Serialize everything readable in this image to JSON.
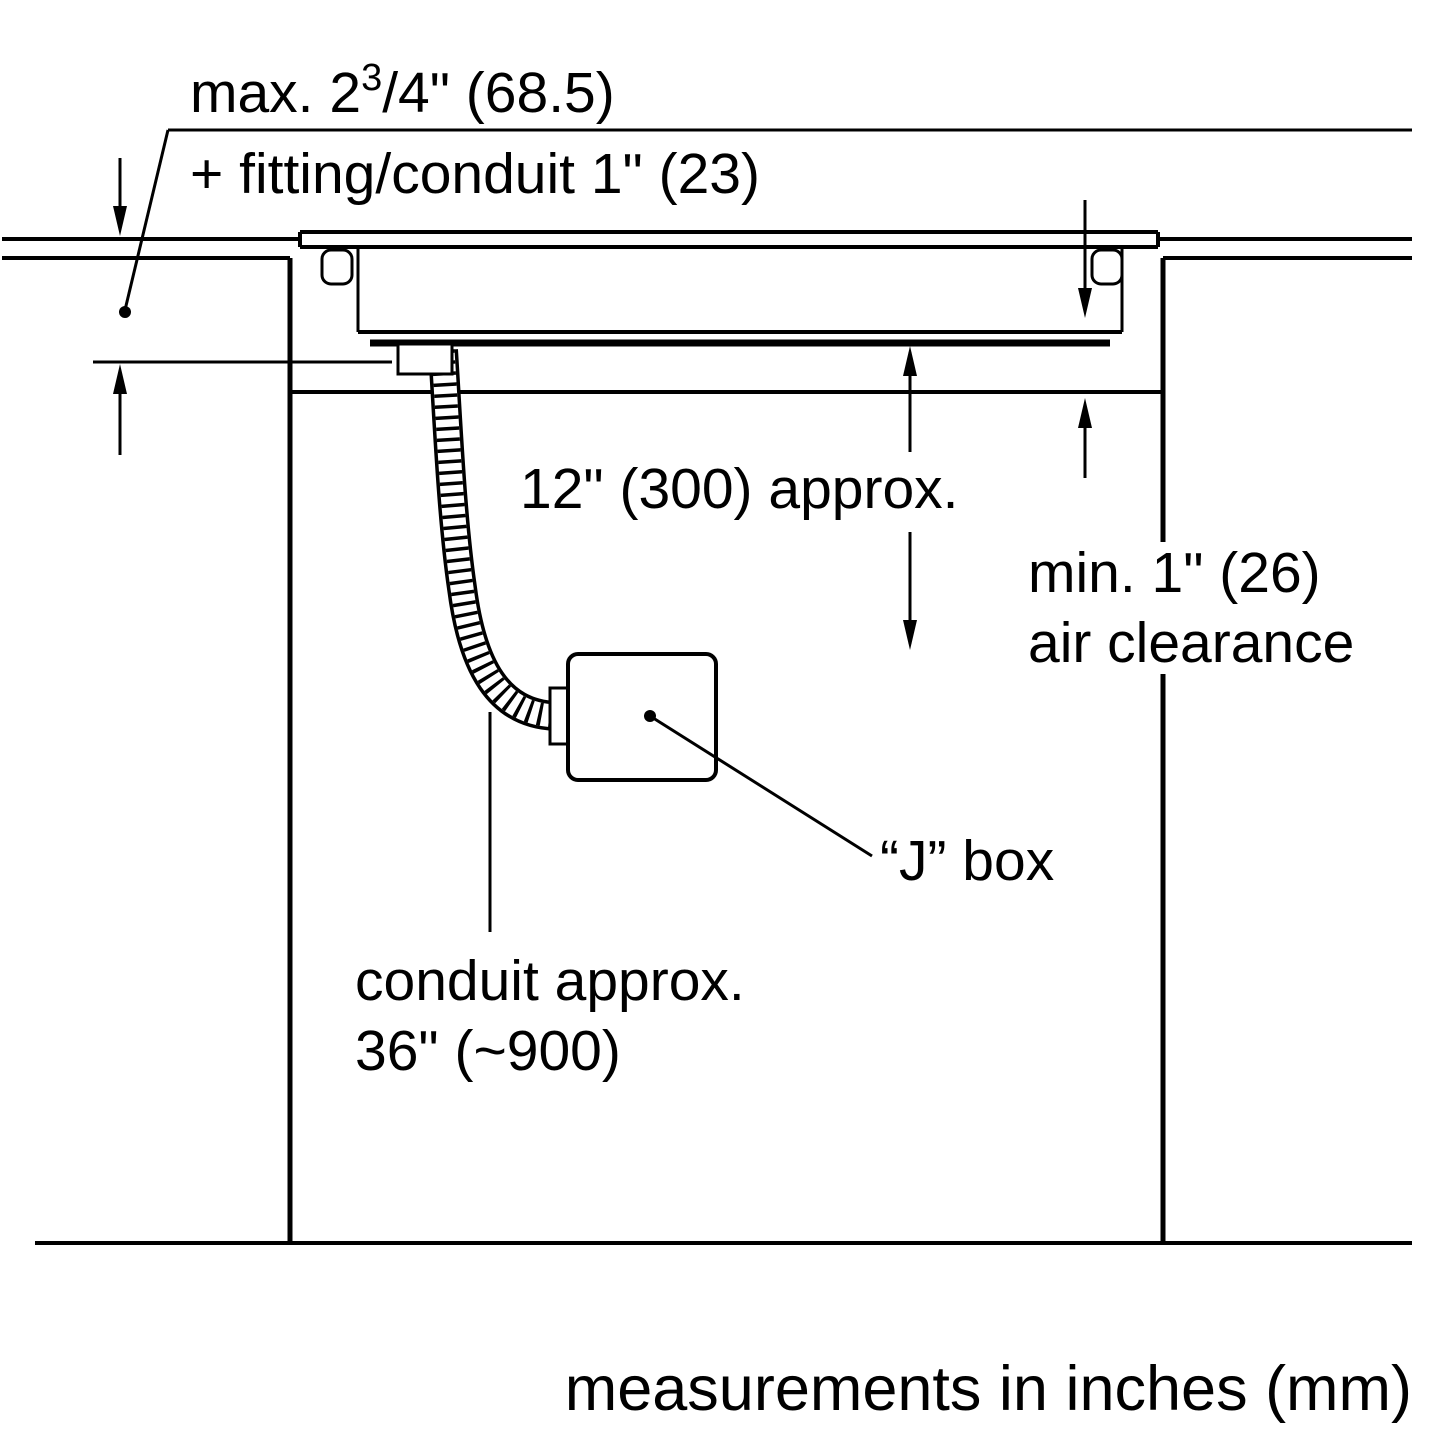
{
  "page": {
    "background": "#ffffff",
    "line_color": "#000000"
  },
  "labels": {
    "max_depth": {
      "pre": "max. 2",
      "sup": "3",
      "post": "/4\" (68.5)"
    },
    "fitting": "+ fitting/conduit 1\" (23)",
    "depth_12": "12\" (300) approx.",
    "air_1": "min. 1\" (26)",
    "air_2": "air clearance",
    "jbox": "“J” box",
    "conduit_1": "conduit approx.",
    "conduit_2": "36\" (~900)",
    "footer": "measurements in inches (mm)"
  }
}
